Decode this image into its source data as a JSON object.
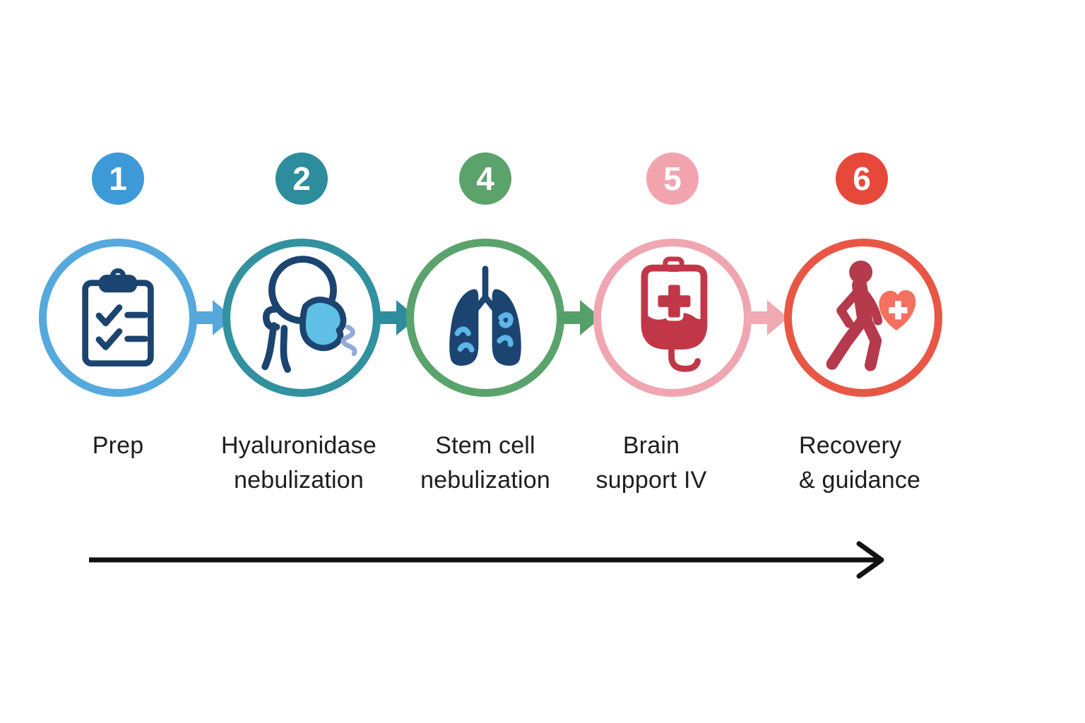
{
  "figure": {
    "background": "#ffffff",
    "text_color": "#1d1d1d",
    "type": "process-timeline-infographic"
  },
  "steps": [
    {
      "number": "1",
      "label_line1": "Prep",
      "label_line2": "",
      "badge_color": "#3d9ad8",
      "ring_color": "#55a9dd",
      "icon": "clipboard-checklist-icon"
    },
    {
      "number": "2",
      "label_line1": "Hyaluronidase",
      "label_line2": "nebulization",
      "badge_color": "#2d8d9c",
      "ring_color": "#31919f",
      "icon": "nebulization-mask-icon"
    },
    {
      "number": "4",
      "label_line1": "Stem cell",
      "label_line2": "nebulization",
      "badge_color": "#5ba26b",
      "ring_color": "#5ba36c",
      "icon": "lungs-icon"
    },
    {
      "number": "5",
      "label_line1": "Brain",
      "label_line2": "support IV",
      "badge_color": "#f2a4ae",
      "ring_color": "#f0a6b0",
      "icon": "iv-bag-icon"
    },
    {
      "number": "6",
      "label_line1": "Recovery",
      "label_line2": "& guidance",
      "badge_color": "#e6493a",
      "ring_color": "#e85746",
      "icon": "walking-recovery-icon"
    }
  ],
  "connectors": [
    {
      "from": "1",
      "to": "2",
      "color": "#56a8db"
    },
    {
      "from": "2",
      "to": "4",
      "color": "#2e8d9c"
    },
    {
      "from": "4",
      "to": "5",
      "color": "#55a068"
    },
    {
      "from": "5",
      "to": "6",
      "color": "#f0aab4"
    }
  ],
  "timeline_arrow": {
    "color": "#121212",
    "direction": "right"
  },
  "icon_colors": {
    "navy": "#1c4470",
    "light_blue": "#5fbfe4",
    "squiggle_blue": "#5db5e8",
    "breath_blue": "#93aad9",
    "crimson": "#c23747",
    "dark_red": "#b53a4c",
    "coral": "#f4705f",
    "white": "#ffffff"
  }
}
